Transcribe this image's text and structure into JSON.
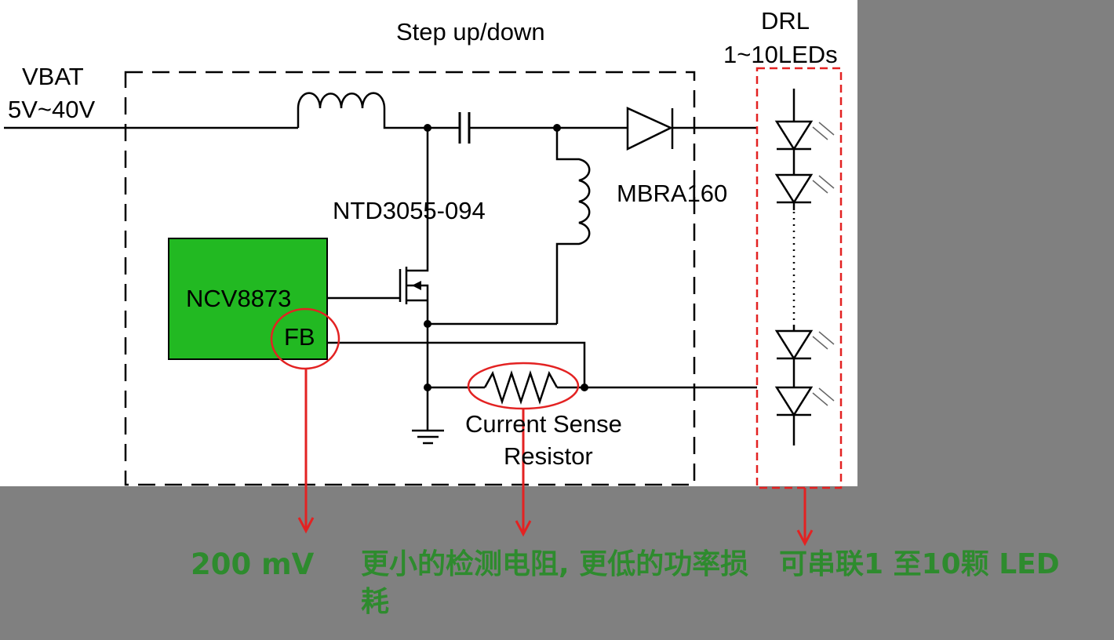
{
  "schematic": {
    "title": "Step up/down",
    "input_label_line1": "VBAT",
    "input_label_line2": "5V~40V",
    "controller_label": "NCV8873",
    "fb_label": "FB",
    "mosfet_label": "NTD3055-094",
    "diode_label": "MBRA160",
    "resistor_label_line1": "Current Sense",
    "resistor_label_line2": "Resistor",
    "load_label_line1": "DRL",
    "load_label_line2": "1~10LEDs"
  },
  "annotations": {
    "fb_voltage": "200 mV",
    "resistor_note": "更小的检测电阻, 更低的功率损耗",
    "led_note": "可串联1 至10颗 LED"
  },
  "colors": {
    "background": "#808080",
    "schematic_bg": "#ffffff",
    "controller_fill": "#22b922",
    "highlight": "#e32222",
    "annotation_text": "#2e8b2e"
  }
}
